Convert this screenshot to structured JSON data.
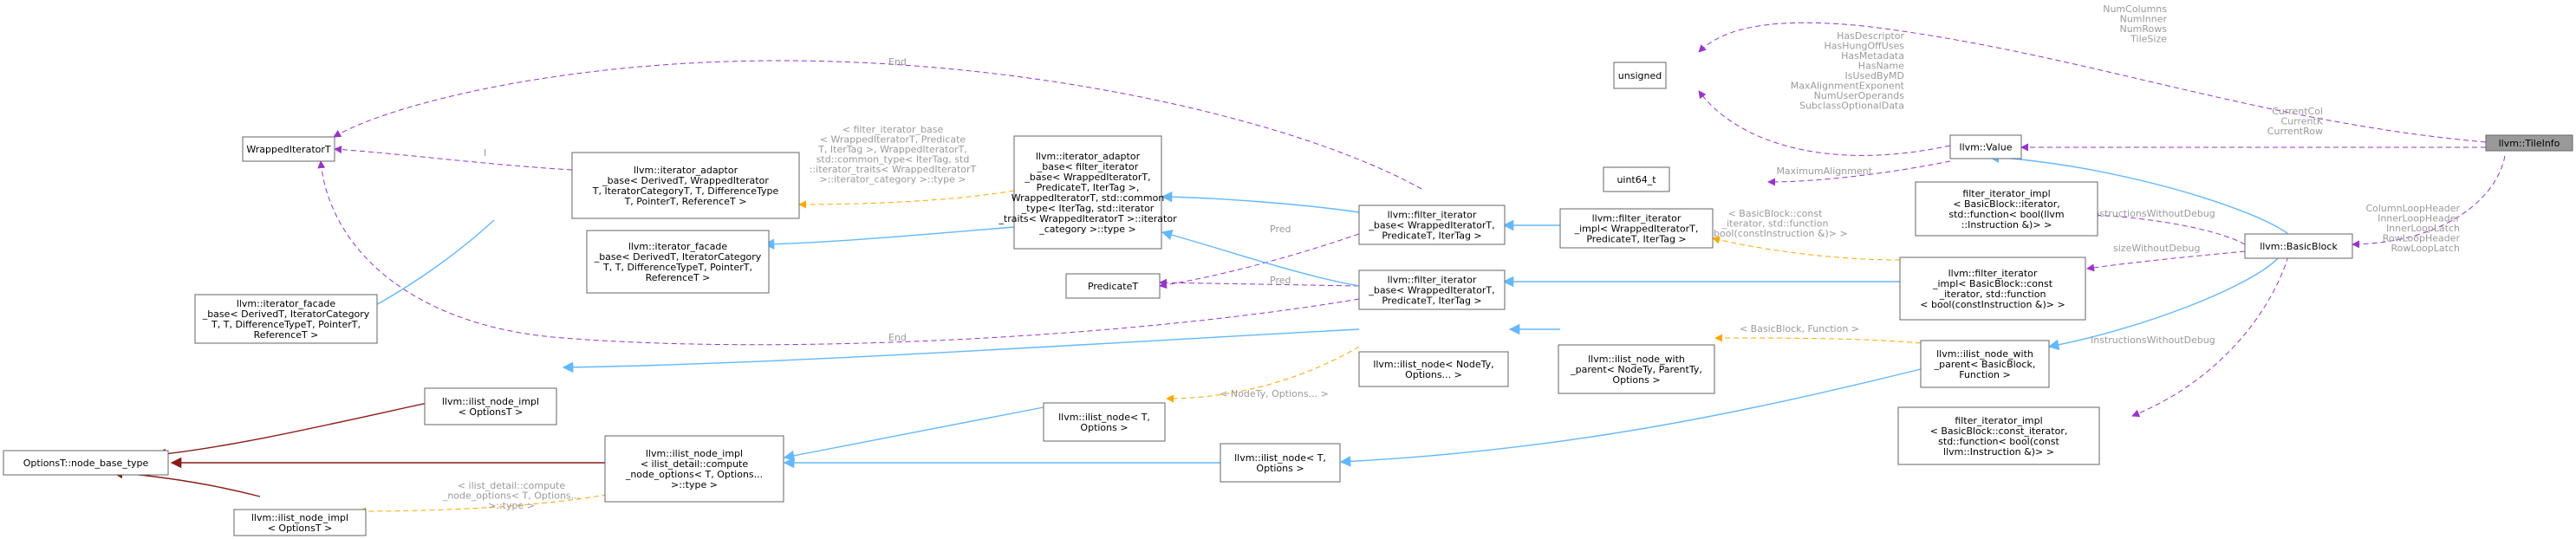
{
  "nodes": {
    "tileinfo": [
      "llvm::TileInfo"
    ],
    "unsigned": [
      "unsigned"
    ],
    "value": [
      "llvm::Value"
    ],
    "uint64": [
      "uint64_t"
    ],
    "basicblock": [
      "llvm::BasicBlock"
    ],
    "wrapped": [
      "WrappedIteratorT"
    ],
    "predicate": [
      "PredicateT"
    ],
    "optbase": [
      "OptionsT::node_base_type"
    ],
    "itadaptor_small": [
      "llvm::iterator_adaptor",
      "_base< DerivedT, WrappedIterator",
      "T, IteratorCategoryT, T, DifferenceType",
      "T, PointerT, ReferenceT >"
    ],
    "itfacade_mid": [
      "llvm::iterator_facade",
      "_base< DerivedT, IteratorCategory",
      "T, T, DifferenceTypeT, PointerT,",
      "ReferenceT >"
    ],
    "itfacade_left": [
      "llvm::iterator_facade",
      "_base< DerivedT, IteratorCategory",
      "T, T, DifferenceTypeT, PointerT,",
      "ReferenceT >"
    ],
    "itadaptor_big": [
      "llvm::iterator_adaptor",
      "_base< filter_iterator",
      "_base< WrappedIteratorT,",
      "PredicateT, IterTag >,",
      "WrappedIteratorT, std::common",
      "_type< IterTag, std::iterator",
      "_traits< WrappedIteratorT >::iterator",
      "_category >::type >"
    ],
    "fib1": [
      "llvm::filter_iterator",
      "_base< WrappedIteratorT,",
      "PredicateT, IterTag >"
    ],
    "fib2": [
      "llvm::filter_iterator",
      "_base< WrappedIteratorT,",
      "PredicateT, IterTag >"
    ],
    "fii_tmpl": [
      "llvm::filter_iterator",
      "_impl< WrappedIteratorT,",
      "PredicateT, IterTag >"
    ],
    "fii_bb": [
      "llvm::filter_iterator",
      "_impl< BasicBlock::const",
      "_iterator, std::function",
      "< bool(constInstruction &)> >"
    ],
    "fi_impl_top": [
      "filter_iterator_impl",
      "< BasicBlock::iterator,",
      "std::function< bool(llvm",
      "::Instruction &)> >"
    ],
    "fi_impl_bot": [
      "filter_iterator_impl",
      "< BasicBlock::const_iterator,",
      "std::function< bool(const",
      "llvm::Instruction &)> >"
    ],
    "ilnwp_bb": [
      "llvm::ilist_node_with",
      "_parent< BasicBlock,",
      "Function >"
    ],
    "ilnwp_tmpl": [
      "llvm::ilist_node_with",
      "_parent< NodeTy, ParentTy,",
      "Options >"
    ],
    "iln_nodety": [
      "llvm::ilist_node< NodeTy,",
      "Options... >"
    ],
    "iln_t_top": [
      "llvm::ilist_node< T,",
      "Options >"
    ],
    "iln_t_bot": [
      "llvm::ilist_node< T,",
      "Options >"
    ],
    "ilni_left": [
      "llvm::ilist_node_impl",
      "< OptionsT >"
    ],
    "ilni_big": [
      "llvm::ilist_node_impl",
      "< ilist_detail::compute",
      "_node_options< T, Options...",
      ">::type >"
    ],
    "ilni_small": [
      "llvm::ilist_node_impl",
      "< OptionsT >"
    ]
  },
  "edge_labels": {
    "tile_ints": [
      "NumColumns",
      "NumInner",
      "NumRows",
      "TileSize"
    ],
    "value_unsigned": [
      "HasDescriptor",
      "HasHungOffUses",
      "HasMetadata",
      "HasName",
      "IsUsedByMD",
      "MaxAlignmentExponent",
      "NumUserOperands",
      "SubclassOptionalData"
    ],
    "max_alignment": [
      "MaximumAlignment"
    ],
    "tile_value": [
      "CurrentCol",
      "CurrentK",
      "CurrentRow"
    ],
    "tile_bb": [
      "ColumnLoopHeader",
      "InnerLoopHeader",
      "InnerLoopLatch",
      "RowLoopHeader",
      "RowLoopLatch"
    ],
    "instr_wo_debug_top": [
      "InstructionsWithoutDebug"
    ],
    "size_wo_debug": [
      "sizeWithoutDebug"
    ],
    "instr_wo_debug_bot": [
      "InstructionsWithoutDebug"
    ],
    "end_top": [
      "End"
    ],
    "end_bottom": [
      "End"
    ],
    "i_label": [
      "I"
    ],
    "pred_top": [
      "Pred"
    ],
    "pred_bottom": [
      "Pred"
    ],
    "fib_tmpl": [
      "< filter_iterator_base",
      "< WrappedIteratorT, Predicate",
      "T, IterTag >, WrappedIteratorT,",
      "std::common_type< IterTag, std",
      "::iterator_traits< WrappedIteratorT",
      ">::iterator_category >::type >"
    ],
    "bb_fii_tmpl": [
      "< BasicBlock::const",
      "_iterator, std::function",
      "< bool(constInstruction &)> >"
    ],
    "bb_function_tmpl": [
      "< BasicBlock, Function >"
    ],
    "nodety_tmpl": [
      "< NodeTy, Options... >"
    ],
    "compute_tmpl": [
      "< ilist_detail::compute",
      "_node_options< T, Options...",
      ">::type >"
    ]
  },
  "colors": {
    "usage": "#9a32cd",
    "template": "#ffa500",
    "inheritance": "#63b8ff",
    "private_inheritance": "#8b1a1a",
    "root_fill": "#999999"
  }
}
